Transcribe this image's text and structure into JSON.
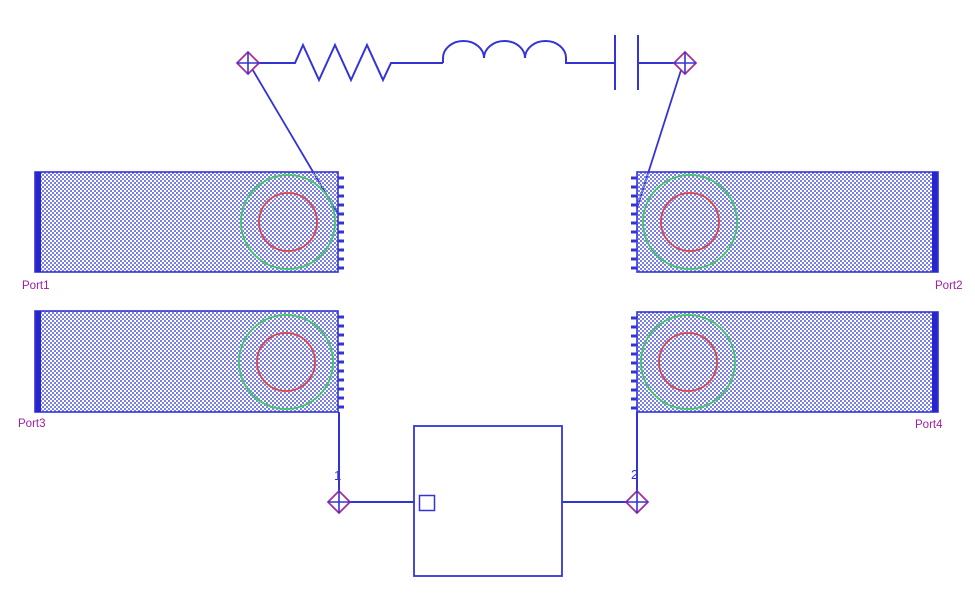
{
  "labels": {
    "port1": "Port1",
    "port2": "Port2",
    "port3": "Port3",
    "port4": "Port4",
    "pin1": "1",
    "pin2": "2"
  },
  "colors": {
    "wire": "#3434d6",
    "symbol_outline": "#a5309c",
    "label_text": "#a01ea0",
    "green_circle": "#3ec85f",
    "red_circle": "#e04343",
    "pattern_dot": "#7a81e2",
    "pattern_bar": "#2626cc",
    "background": "#ffffff"
  },
  "symbols": {
    "top_branch": [
      "port-diamond",
      "resistor",
      "inductor",
      "capacitor",
      "port-diamond"
    ],
    "em_structures": [
      "Port1",
      "Port2",
      "Port3",
      "Port4"
    ],
    "subcircuit_pins": [
      "1",
      "2"
    ]
  }
}
